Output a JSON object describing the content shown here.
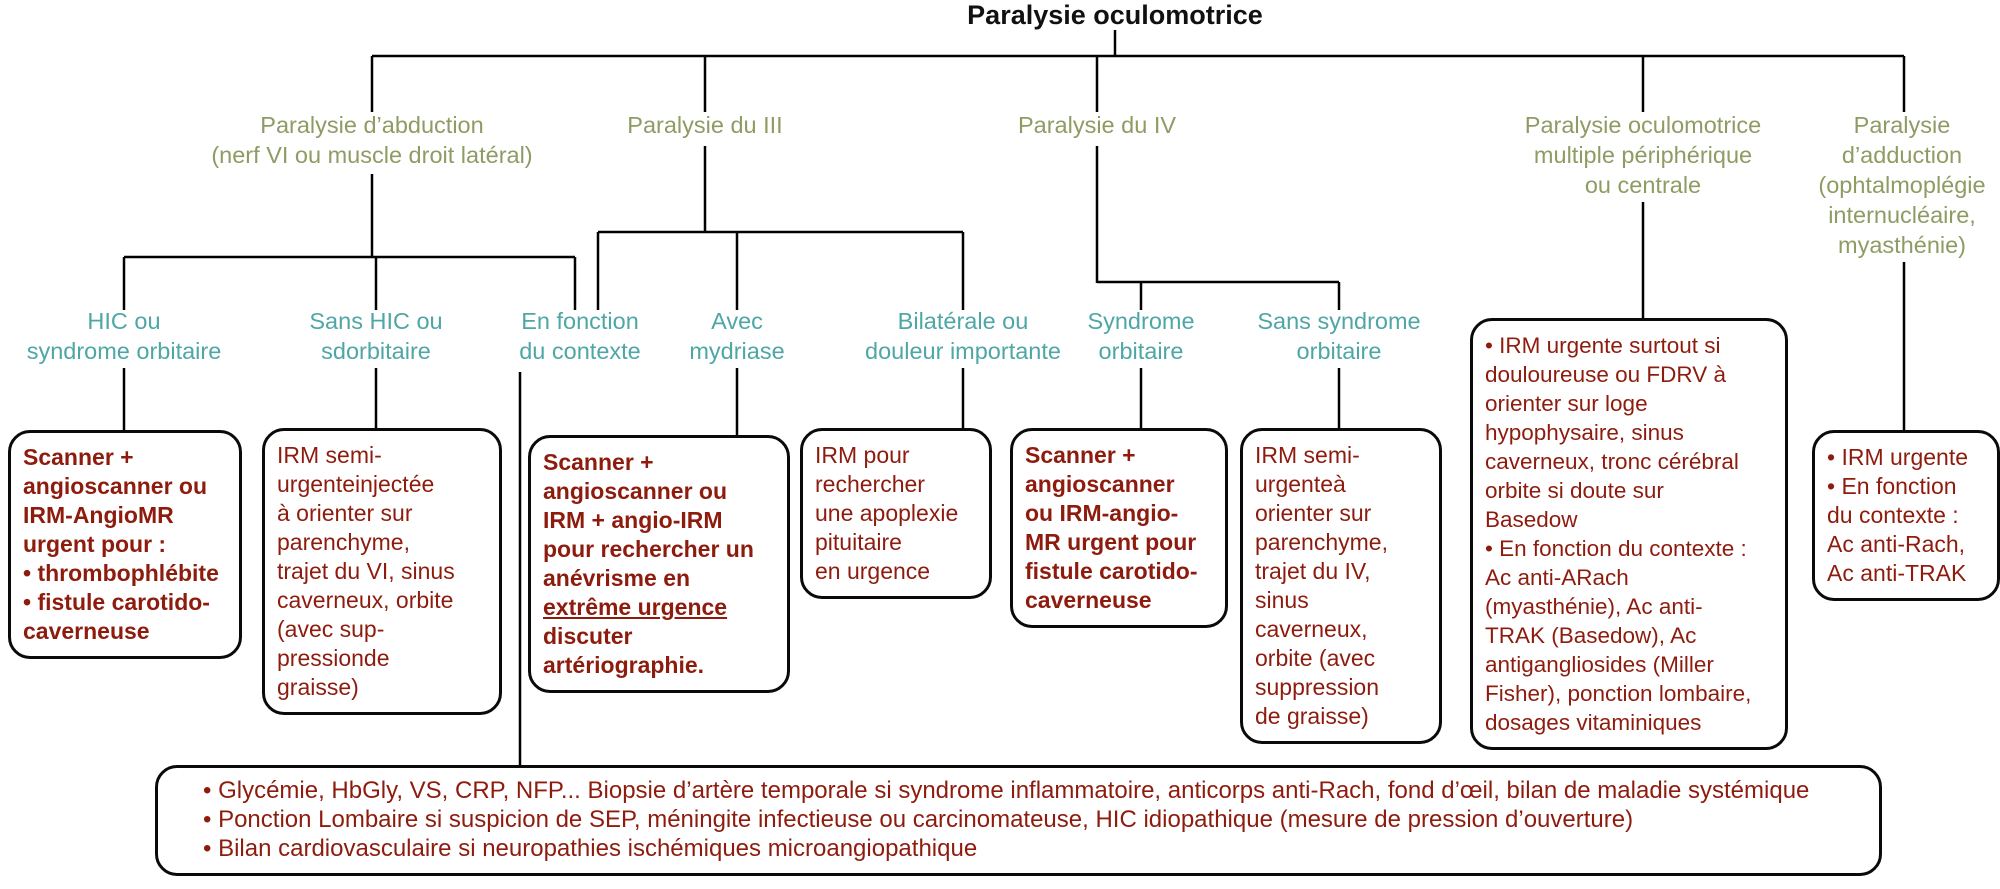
{
  "title": "Paralysie oculomotrice",
  "colors": {
    "branch_label": "#8e9c64",
    "context_label": "#4fa6a6",
    "box_text": "#8e1c0e",
    "line": "#000000",
    "background": "#ffffff"
  },
  "branches": {
    "abduction": {
      "label": "Paralysie d’abduction\n(nerf VI ou muscle droit latéral)"
    },
    "third": {
      "label": "Paralysie du III"
    },
    "fourth": {
      "label": "Paralysie du IV"
    },
    "multiple": {
      "label": "Paralysie oculomotrice\nmultiple périphérique\nou centrale"
    },
    "adduction": {
      "label": "Paralysie\nd’adduction\n(ophtalmoplégie\ninternucléaire,\nmyasthénie)"
    }
  },
  "contexts": {
    "hic": "HIC ou\nsyndrome orbitaire",
    "sans_hic": "Sans HIC ou\nsdorbitaire",
    "en_fonction": "En fonction\ndu contexte",
    "mydriase": "Avec\nmydriase",
    "bilaterale": "Bilatérale ou\ndouleur importante",
    "syndrome_orbitaire": "Syndrome\norbitaire",
    "sans_syndrome_orbitaire": "Sans syndrome\norbitaire"
  },
  "boxes": {
    "scanner_vi": "Scanner +\nangioscanner ou\nIRM-AngioMR\nurgent pour :\n• thrombophlébite\n• fistule carotido-\ncaverneuse",
    "irm_vi": "IRM semi-\nurgenteinjectée\nà orienter sur\nparenchyme,\ntrajet du VI, sinus\ncaverneux, orbite\n(avec sup-\npressionde\ngraisse)",
    "aneurysme": {
      "before": "Scanner +\nangioscanner ou\nIRM + angio-IRM\npour rechercher un\nanévrisme en\n",
      "underlined": "extrême urgence",
      "after": "\ndiscuter\nartériographie."
    },
    "apoplexie": "IRM pour\nrechercher\nune apoplexie\npituitaire\nen urgence",
    "scanner_iv": "Scanner +\nangioscanner\nou IRM-angio-\nMR urgent pour\nfistule carotido-\ncaverneuse",
    "irm_iv": "IRM semi-\nurgenteà\norienter sur\nparenchyme,\ntrajet du IV,\nsinus\ncaverneux,\norbite (avec\nsuppression\nde graisse)",
    "multiple_workup": "• IRM urgente surtout si\ndouloureuse ou FDRV à\norienter sur loge\nhypophysaire, sinus\ncaverneux, tronc cérébral\norbite si doute sur\nBasedow\n• En fonction du contexte :\nAc anti-ARach\n(myasthénie), Ac anti-\nTRAK (Basedow), Ac\nantigangliosides (Miller\nFisher), ponction lombaire,\ndosages vitaminiques",
    "adduction_workup": "• IRM urgente\n• En fonction\ndu contexte :\nAc anti-Rach,\nAc anti-TRAK",
    "bottom": {
      "lines": [
        "• Glycémie, HbGly, VS, CRP, NFP... Biopsie d’artère temporale si syndrome inflammatoire, anticorps anti-Rach, fond d’œil, bilan de maladie systémique",
        "• Ponction Lombaire si suspicion de SEP, méningite infectieuse ou carcinomateuse, HIC idiopathique (mesure de pression d’ouverture)",
        "• Bilan cardiovasculaire si neuropathies ischémiques microangiopathique"
      ]
    }
  }
}
